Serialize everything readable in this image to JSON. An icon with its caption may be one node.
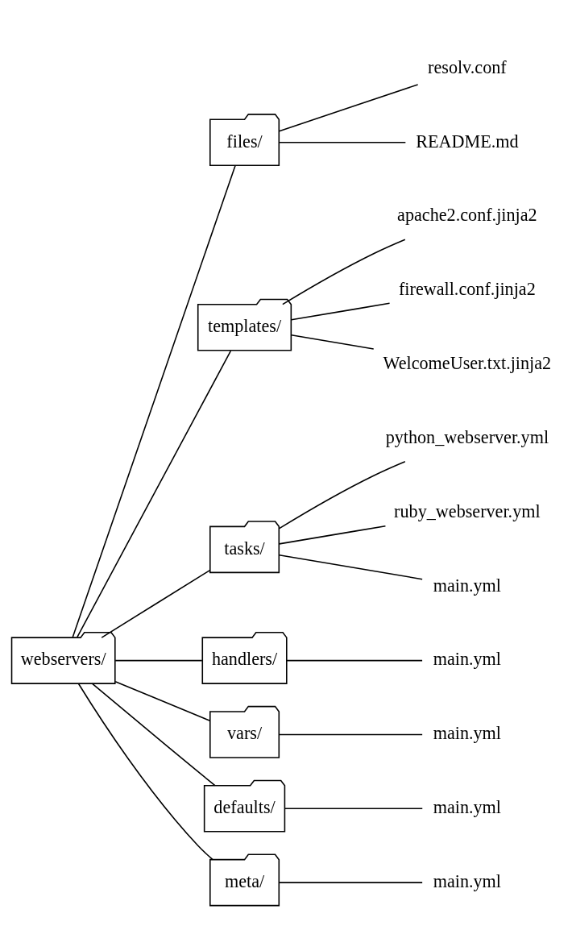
{
  "diagram": {
    "nodes": [
      {
        "text": [
          "webservers/"
        ]
      },
      {
        "text": [
          "files/"
        ]
      },
      {
        "text": [
          "resolv.conf"
        ]
      },
      {
        "text": [
          "README.md"
        ]
      },
      {
        "text": [
          "templates/"
        ]
      },
      {
        "text": [
          "apache2.conf.jinja2"
        ]
      },
      {
        "text": [
          "firewall.conf.jinja2"
        ]
      },
      {
        "text": [
          "WelcomeUser.txt.jinja2"
        ]
      },
      {
        "text": [
          "tasks/"
        ]
      },
      {
        "text": [
          "python_webserver.yml"
        ]
      },
      {
        "text": [
          "ruby_webserver.yml"
        ]
      },
      {
        "text": [
          "main.yml"
        ]
      },
      {
        "text": [
          "handlers/"
        ]
      },
      {
        "text": [
          "main.yml"
        ]
      },
      {
        "text": [
          "vars/"
        ]
      },
      {
        "text": [
          "main.yml"
        ]
      },
      {
        "text": [
          "defaults/"
        ]
      },
      {
        "text": [
          "main.yml"
        ]
      },
      {
        "text": [
          "meta/"
        ]
      },
      {
        "text": [
          "main.yml"
        ]
      }
    ],
    "edges": [
      {
        "from": 0,
        "to": 1,
        "arrow": "none"
      },
      {
        "from": 0,
        "to": 4,
        "arrow": "none"
      },
      {
        "from": 0,
        "to": 8,
        "arrow": "none"
      },
      {
        "from": 0,
        "to": 12,
        "arrow": "none"
      },
      {
        "from": 0,
        "to": 14,
        "arrow": "none"
      },
      {
        "from": 0,
        "to": 16,
        "arrow": "none"
      },
      {
        "from": 0,
        "to": 18,
        "arrow": "none"
      },
      {
        "from": 1,
        "to": 2,
        "arrow": "none"
      },
      {
        "from": 1,
        "to": 3,
        "arrow": "none"
      },
      {
        "from": 4,
        "to": 5,
        "arrow": "none"
      },
      {
        "from": 4,
        "to": 6,
        "arrow": "none"
      },
      {
        "from": 4,
        "to": 7,
        "arrow": "none"
      },
      {
        "from": 8,
        "to": 9,
        "arrow": "none"
      },
      {
        "from": 8,
        "to": 10,
        "arrow": "none"
      },
      {
        "from": 8,
        "to": 11,
        "arrow": "none"
      },
      {
        "from": 12,
        "to": 13,
        "arrow": "none"
      },
      {
        "from": 14,
        "to": 15,
        "arrow": "none"
      },
      {
        "from": 16,
        "to": 17,
        "arrow": "none"
      },
      {
        "from": 18,
        "to": 19,
        "arrow": "none"
      }
    ]
  }
}
